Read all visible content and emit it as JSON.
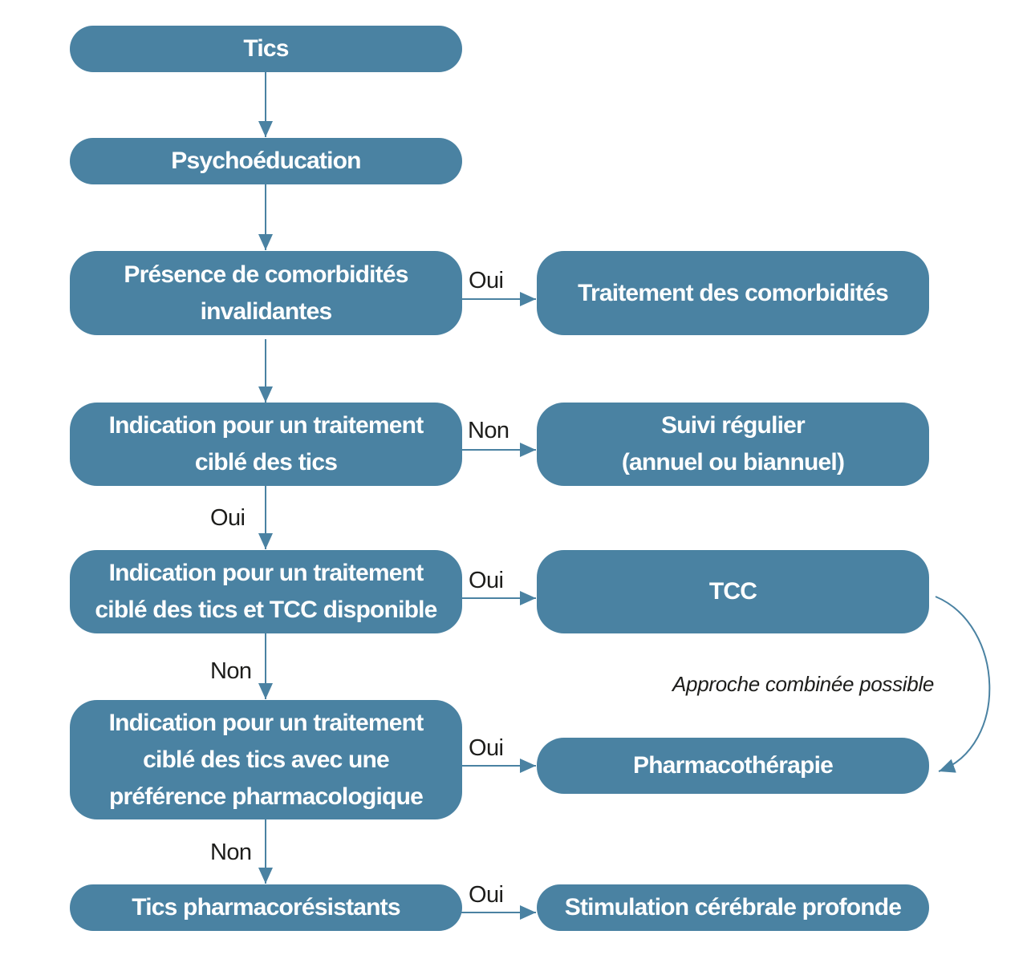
{
  "colors": {
    "box_fill": "#4a82a2",
    "box_text": "#ffffff",
    "line": "#4a82a2",
    "label_text": "#1d1d1b"
  },
  "nodes": {
    "tics": "Tics",
    "psychoeducation": "Psychoéducation",
    "comorbidites": "Présence de comorbidités\ninvalidantes",
    "traitement_comorbidites": "Traitement des comorbidités",
    "indication_cible": "Indication pour un traitement\nciblé des tics",
    "suivi_regulier": "Suivi régulier\n(annuel ou biannuel)",
    "indication_tcc": "Indication pour un traitement\nciblé des tics et TCC disponible",
    "tcc": "TCC",
    "indication_pharmaco": "Indication pour un traitement\nciblé des tics avec une\npréférence pharmacologique",
    "pharmacotherapie": "Pharmacothérapie",
    "pharmacoresistants": "Tics pharmacorésistants",
    "stimulation": "Stimulation cérébrale profonde"
  },
  "edge_labels": {
    "comorbidites_oui": "Oui",
    "indication_non": "Non",
    "indication_oui": "Oui",
    "tcc_oui": "Oui",
    "tcc_non": "Non",
    "pharmaco_oui": "Oui",
    "pharmaco_non": "Non",
    "resistants_oui": "Oui"
  },
  "annotation": "Approche combinée possible"
}
